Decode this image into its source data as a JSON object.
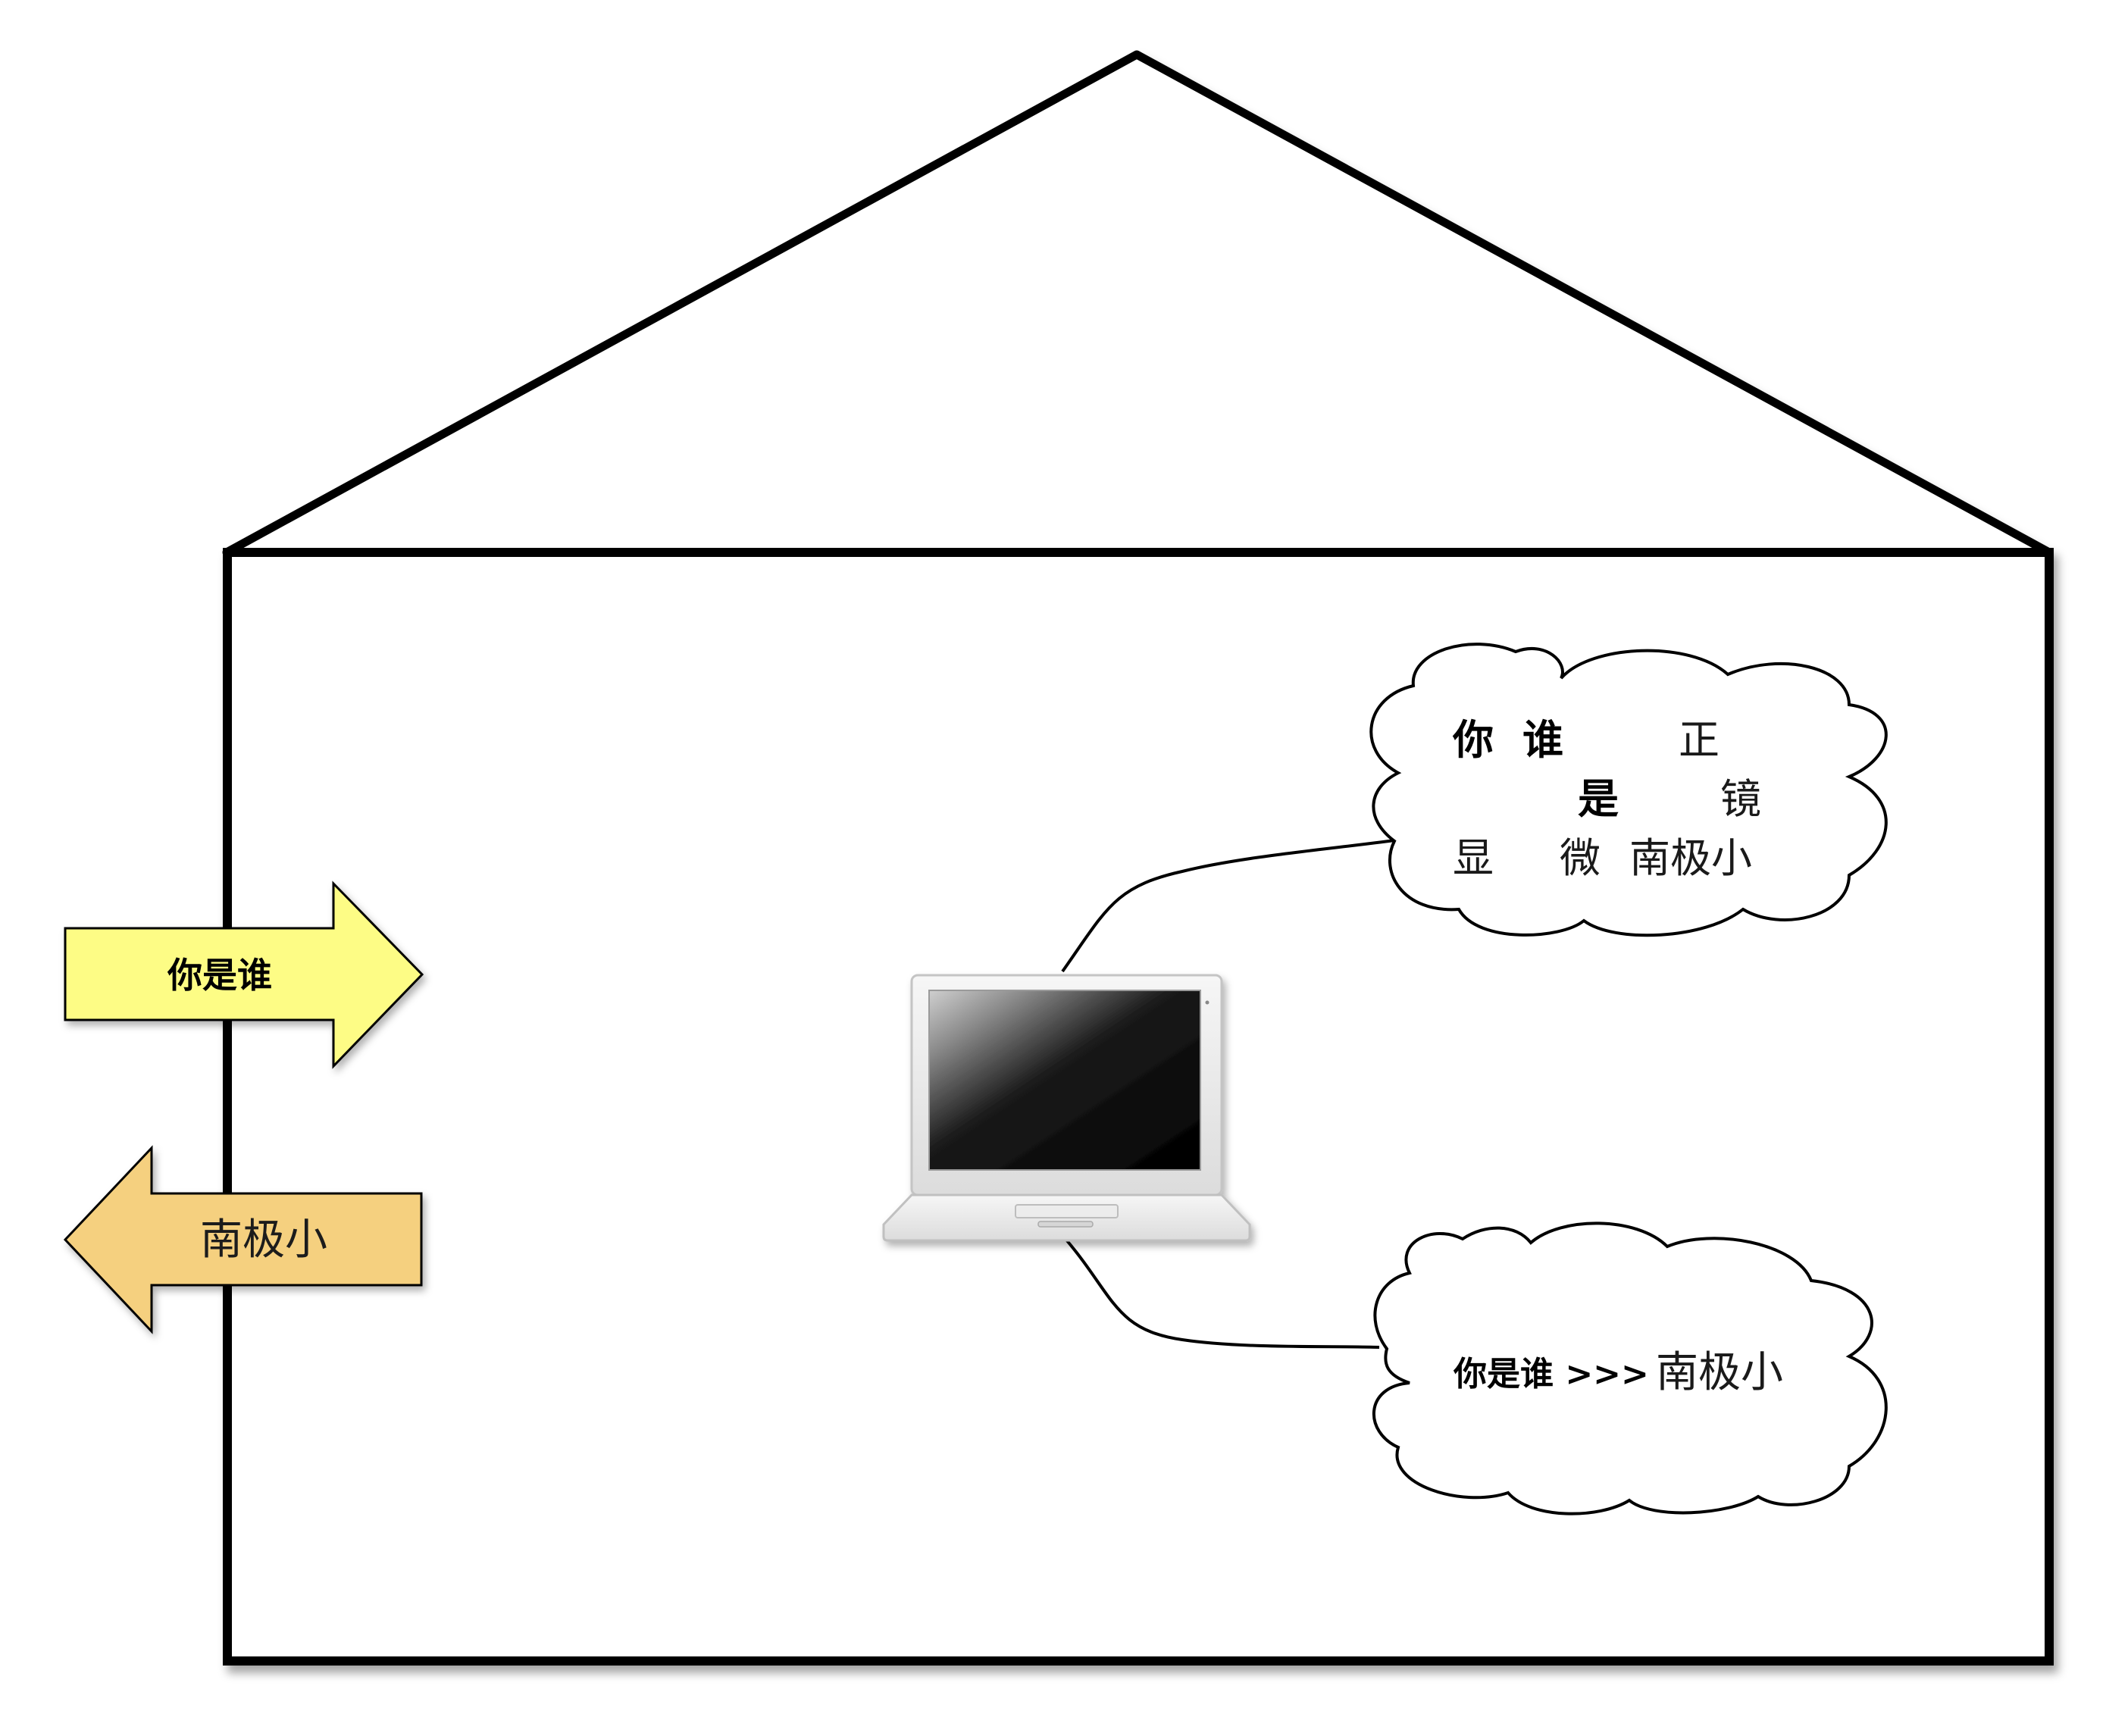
{
  "arrows": {
    "incoming": {
      "label": "你是谁",
      "fill": "#fdfc85"
    },
    "outgoing": {
      "label": "南极小",
      "fill": "#f5d07f"
    }
  },
  "laptop": {
    "icon": "laptop-icon"
  },
  "clouds": {
    "top": {
      "line1": [
        "你",
        "谁",
        "正"
      ],
      "line2": [
        "是",
        "镜"
      ],
      "line3": [
        "显",
        "微",
        "南极小"
      ]
    },
    "bottom": {
      "text_bold": "你是谁 >>>",
      "text_regular": "南极小"
    }
  },
  "colors": {
    "outline": "#000000",
    "background": "#ffffff"
  }
}
